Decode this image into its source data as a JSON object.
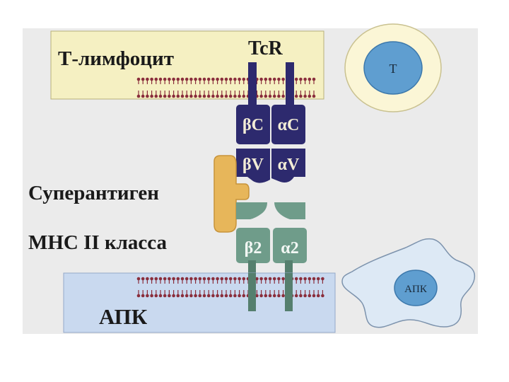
{
  "labels": {
    "t_lymphocyte": "Т-лимфоцит",
    "tcr": "TcR",
    "superantigen": "Суперантиген",
    "mhc_class2": "МНС II класса",
    "apc": "АПК"
  },
  "tcr_domains": {
    "beta_c": "βC",
    "alpha_c": "αC",
    "beta_v": "βV",
    "alpha_v": "αV"
  },
  "mhc_domains": {
    "beta2": "β2",
    "alpha2": "α2"
  },
  "cells": {
    "t_cell_nucleus": "T",
    "apc_nucleus": "АПК"
  },
  "colors": {
    "background": "#ebebeb",
    "t_membrane": "#f5f0c2",
    "apc_membrane": "#c9d9ef",
    "lipid": "#8a2e3c",
    "tcr": "#2d2a6e",
    "tcr_text": "#f2ecd6",
    "mhc": "#6f9c8a",
    "mhc_dark": "#557f6e",
    "mhc_text": "#f2f7f4",
    "superantigen": "#e7b65a",
    "nucleus": "#5f9ed0",
    "apc_cell": "#dde9f5",
    "t_cell_ring": "#fbf6d6"
  }
}
